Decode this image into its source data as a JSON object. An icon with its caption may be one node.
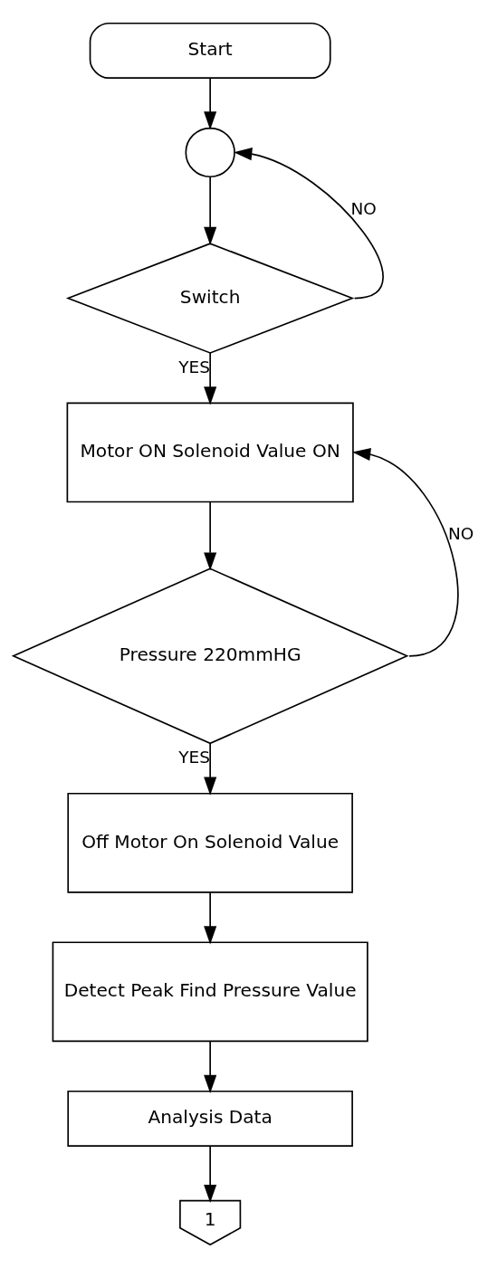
{
  "diagram": {
    "nodes": [
      {
        "text": [
          "Start"
        ]
      },
      {
        "text": [],
        "shape": "circle"
      },
      {
        "text": [
          "Switch"
        ]
      },
      {
        "text": [
          "Motor ON Solenoid Value ON"
        ]
      },
      {
        "text": [
          "Pressure 220mmHG"
        ]
      },
      {
        "text": [
          "Off Motor On Solenoid Value"
        ]
      },
      {
        "text": [
          "Detect Peak Find Pressure Value"
        ]
      },
      {
        "text": [
          "Analysis Data"
        ]
      },
      {
        "text": [
          "1"
        ]
      }
    ],
    "edges": [
      {
        "from": 0,
        "to": 1,
        "arrow": "to"
      },
      {
        "from": 1,
        "to": 2,
        "arrow": "to"
      },
      {
        "from": 2,
        "to": 1,
        "arrow": "to",
        "label": "NO"
      },
      {
        "from": 2,
        "to": 3,
        "arrow": "to",
        "label": "YES"
      },
      {
        "from": 3,
        "to": 4,
        "arrow": "to"
      },
      {
        "from": 4,
        "to": 3,
        "arrow": "to",
        "label": "NO"
      },
      {
        "from": 4,
        "to": 5,
        "arrow": "to",
        "label": "YES"
      },
      {
        "from": 5,
        "to": 6,
        "arrow": "to"
      },
      {
        "from": 6,
        "to": 7,
        "arrow": "to"
      },
      {
        "from": 7,
        "to": 8,
        "arrow": "to"
      }
    ]
  }
}
